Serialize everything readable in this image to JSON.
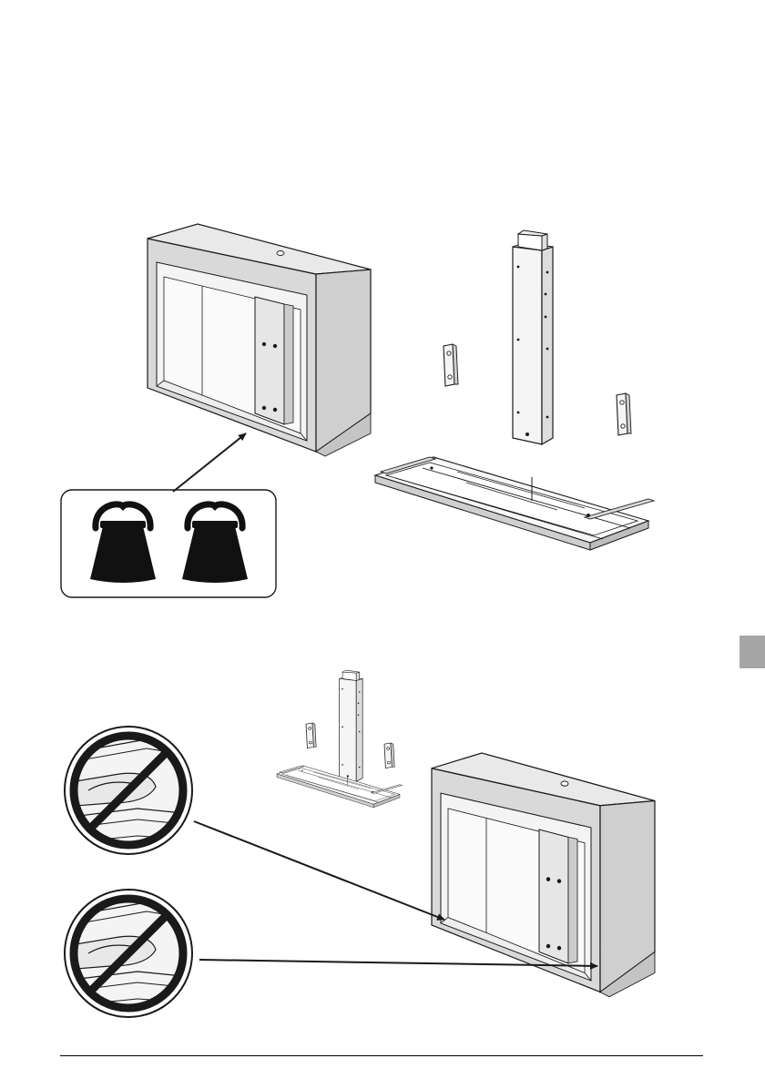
{
  "page": {
    "background": "#ffffff",
    "line_color": "#1a1a1a",
    "cabinet_side_color": "#d9d9d9",
    "cabinet_inner_color": "#f2f2f2",
    "frame_color": "#bfbfbf",
    "weight_color": "#111111",
    "page_tab_color": "#a6a6a6"
  },
  "figures": {
    "top": {
      "cabinet": "cabinet-with-inner-column",
      "callout": "two-weights-icon",
      "parts": [
        "column",
        "bracket-plate",
        "bracket-plate",
        "desk-frame"
      ]
    },
    "bottom": {
      "prohibition_icons": [
        "no-drawer-slides-icon",
        "no-drawer-slides-icon"
      ],
      "parts": [
        "column",
        "bracket-plate",
        "bracket-plate",
        "desk-frame"
      ],
      "cabinet": "cabinet-with-inner-column"
    }
  }
}
